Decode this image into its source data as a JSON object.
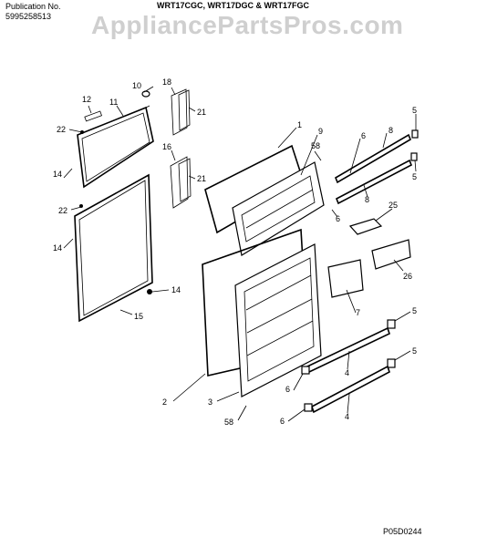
{
  "header": {
    "publication_label": "Publication No.",
    "publication_number": "5995258513",
    "models": "WRT17CGC, WRT17DGC & WRT17FGC"
  },
  "watermark": "AppliancePartsPros.com",
  "diagram_code": "P05D0244",
  "callouts": [
    "1",
    "2",
    "3",
    "4",
    "4",
    "5",
    "5",
    "5",
    "5",
    "6",
    "6",
    "6",
    "6",
    "7",
    "8",
    "8",
    "9",
    "10",
    "11",
    "12",
    "14",
    "14",
    "14",
    "15",
    "16",
    "18",
    "21",
    "21",
    "22",
    "22",
    "25",
    "26",
    "58",
    "58"
  ]
}
